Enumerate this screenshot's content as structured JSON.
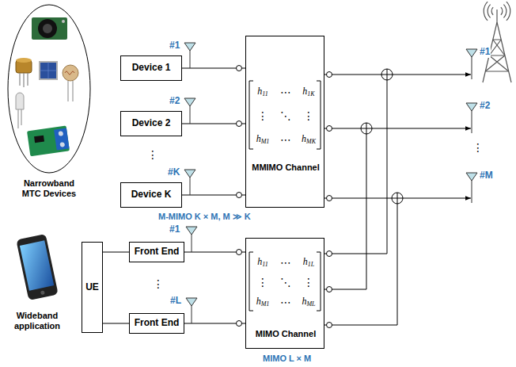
{
  "diagram": {
    "nodes": [
      {
        "text": [
          "Device 1"
        ]
      },
      {
        "text": [
          "Device 2"
        ]
      },
      {
        "text": [
          "Device K"
        ]
      },
      {
        "text": [
          "h11",
          "⋯",
          "h1K",
          "⋮",
          "⋱",
          "⋮",
          "hM1",
          "⋯",
          "hMK",
          "MMIMO Channel"
        ]
      },
      {
        "text": [
          "UE"
        ]
      },
      {
        "text": [
          "Front End"
        ]
      },
      {
        "text": [
          "Front End"
        ]
      },
      {
        "text": [
          "h11",
          "⋯",
          "h1L",
          "⋮",
          "⋱",
          "⋮",
          "hM1",
          "⋯",
          "hML",
          "MIMO Channel"
        ]
      }
    ],
    "edges": [
      {
        "from": 0,
        "to": 3,
        "arrow": "none"
      },
      {
        "from": 1,
        "to": 3,
        "arrow": "none"
      },
      {
        "from": 2,
        "to": 3,
        "arrow": "none"
      },
      {
        "from": 4,
        "to": 5,
        "arrow": "none"
      },
      {
        "from": 4,
        "to": 6,
        "arrow": "none"
      },
      {
        "from": 5,
        "to": 7,
        "arrow": "none"
      },
      {
        "from": 6,
        "to": 7,
        "arrow": "none"
      }
    ],
    "labels": [
      "#1",
      "#2",
      "⋮",
      "#K",
      "M-MIMO K × M, M ≫ K",
      "Narrowband MTC Devices",
      "Wideband application",
      "#1",
      "⋮",
      "#L",
      "MIMO L × M",
      "#1",
      "#2",
      "⋮",
      "#M"
    ]
  }
}
